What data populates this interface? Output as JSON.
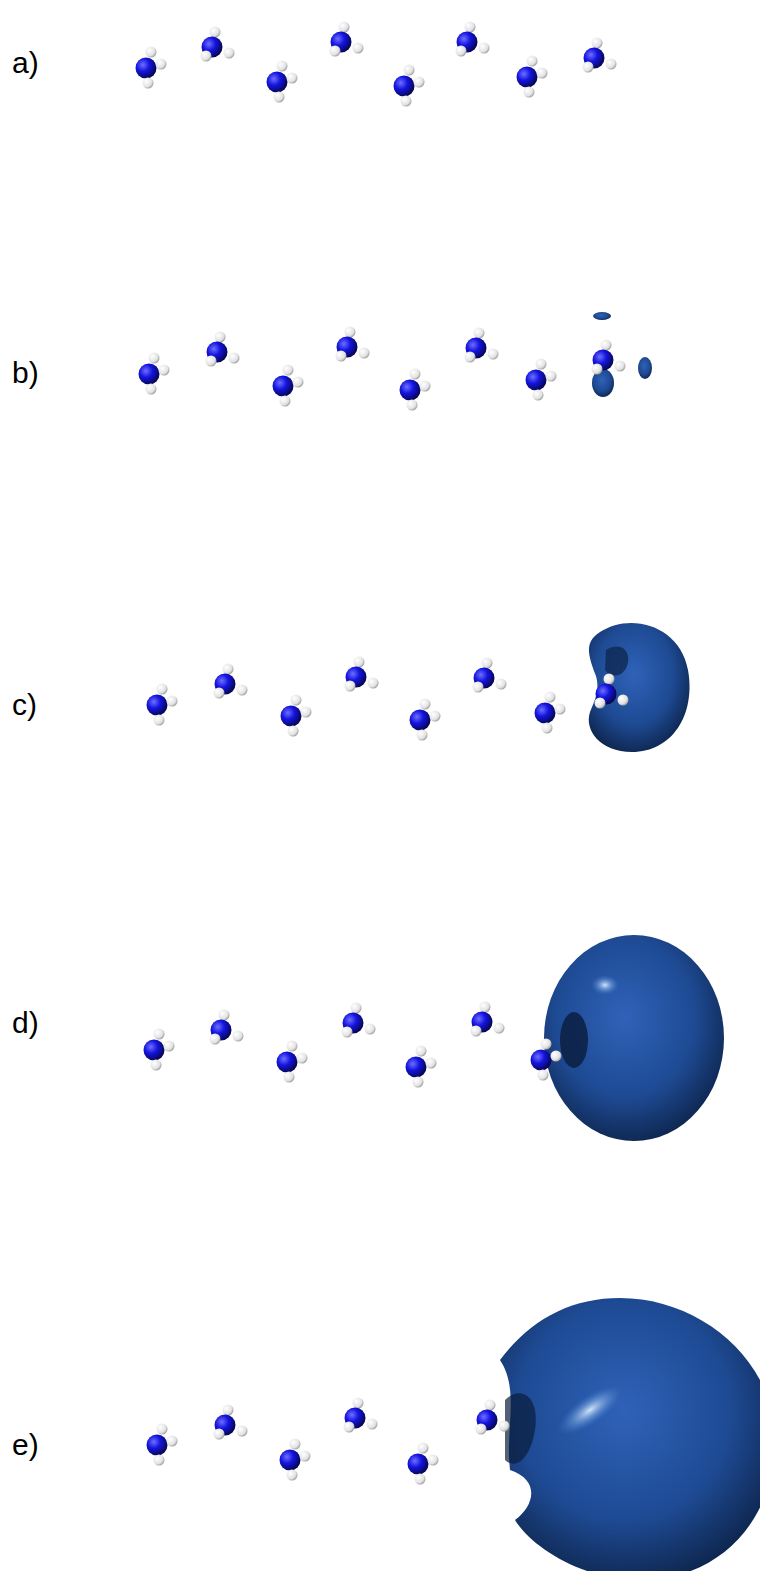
{
  "diagram": {
    "labels": [
      "a)",
      "b)",
      "c)",
      "d)",
      "e)"
    ]
  }
}
